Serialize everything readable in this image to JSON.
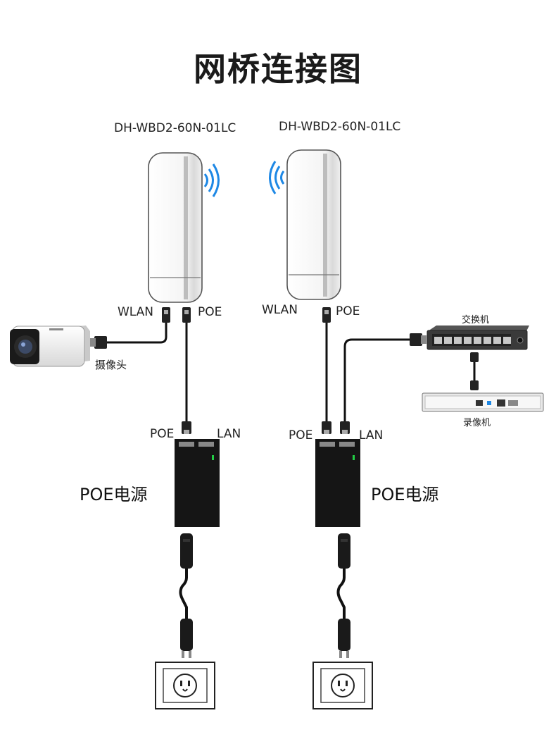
{
  "title": "网桥连接图",
  "left_bridge": {
    "model": "DH-WBD2-60N-01LC",
    "port_a": "WLAN",
    "port_b": "POE"
  },
  "right_bridge": {
    "model": "DH-WBD2-60N-01LC",
    "port_a": "WLAN",
    "port_b": "POE"
  },
  "camera_label": "摄像头",
  "switch_label": "交换机",
  "nvr_label": "录像机",
  "left_injector": {
    "port_poe": "POE",
    "port_lan": "LAN",
    "label": "POE电源"
  },
  "right_injector": {
    "port_poe": "POE",
    "port_lan": "LAN",
    "label": "POE电源"
  },
  "colors": {
    "signal": "#1e88e5",
    "cable": "#111111",
    "injector": "#151515",
    "led": "#22cc44"
  }
}
